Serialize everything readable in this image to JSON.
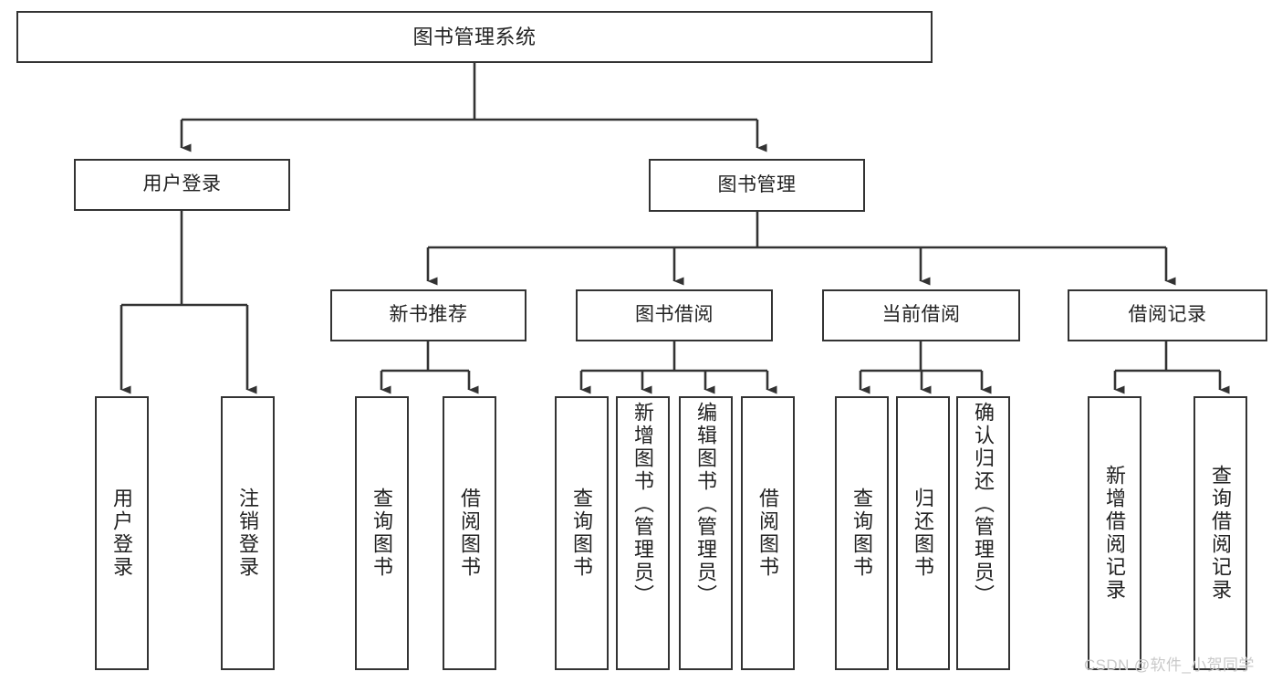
{
  "diagram": {
    "title": "图书管理系统",
    "type": "tree",
    "watermark": "CSDN @软件_小贺同学",
    "colors": {
      "box_border": "#333333",
      "box_fill": "#ffffff",
      "connector": "#333333",
      "text": "#222222",
      "watermark": "#c9c9c9",
      "background": "#ffffff"
    },
    "levels": {
      "root": {
        "label": "图书管理系统"
      },
      "level2": [
        {
          "label": "用户登录"
        },
        {
          "label": "图书管理"
        }
      ],
      "level3": [
        {
          "label": "新书推荐"
        },
        {
          "label": "图书借阅"
        },
        {
          "label": "当前借阅"
        },
        {
          "label": "借阅记录"
        }
      ],
      "leaves": {
        "user_login": [
          {
            "label": "用户登录"
          },
          {
            "label": "注销登录"
          }
        ],
        "new_book_recommend": [
          {
            "label": "查询图书"
          },
          {
            "label": "借阅图书"
          }
        ],
        "book_borrow": [
          {
            "label": "查询图书"
          },
          {
            "label": "新增图书（管理员）"
          },
          {
            "label": "编辑图书（管理员）"
          },
          {
            "label": "借阅图书"
          }
        ],
        "current_borrow": [
          {
            "label": "查询图书"
          },
          {
            "label": "归还图书"
          },
          {
            "label": "确认归还（管理员）"
          }
        ],
        "borrow_record": [
          {
            "label": "新增借阅记录"
          },
          {
            "label": "查询借阅记录"
          }
        ]
      }
    }
  }
}
